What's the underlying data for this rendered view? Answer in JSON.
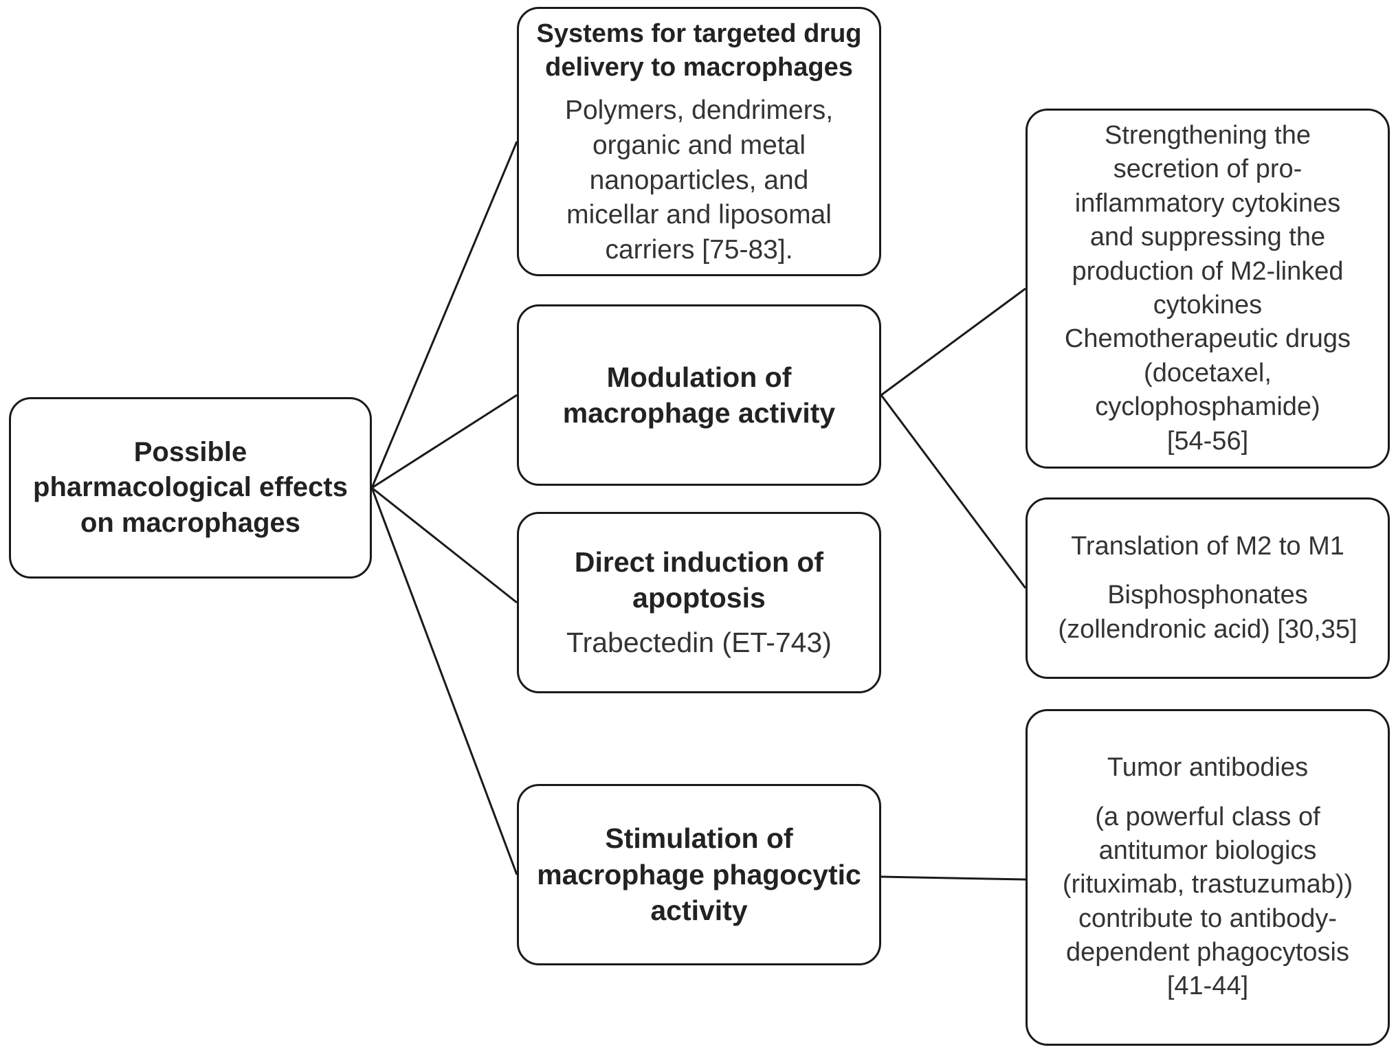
{
  "root": {
    "title_lines": [
      "Possible",
      "pharmacological effects",
      "on macrophages"
    ]
  },
  "delivery": {
    "title_lines": [
      "Systems for targeted drug",
      "delivery to macrophages"
    ],
    "body_lines": [
      "Polymers, dendrimers,",
      "organic and metal",
      "nanoparticles, and",
      "micellar and liposomal",
      "carriers [75-83]."
    ]
  },
  "modulation": {
    "title_lines": [
      "Modulation of",
      "macrophage activity"
    ]
  },
  "apoptosis": {
    "title_lines": [
      "Direct induction of",
      "apoptosis"
    ],
    "body_lines": [
      "Trabectedin (ET-743)"
    ]
  },
  "phagocytic": {
    "title_lines": [
      "Stimulation of",
      "macrophage phagocytic",
      "activity"
    ]
  },
  "proinflammatory": {
    "body_lines": [
      "Strengthening the",
      "secretion of pro-",
      "inflammatory cytokines",
      "and suppressing the",
      "production of M2-linked",
      "cytokines",
      "Chemotherapeutic drugs",
      "(docetaxel,",
      "cyclophosphamide)",
      "[54-56]"
    ]
  },
  "translation": {
    "heading": "Translation of M2 to M1",
    "body_lines": [
      "Bisphosphonates",
      "(zollendronic acid) [30,35]"
    ]
  },
  "antibodies": {
    "heading": "Tumor antibodies",
    "body_lines": [
      "(a powerful class of",
      "antitumor biologics",
      "(rituximab, trastuzumab))",
      "contribute to antibody-",
      "dependent phagocytosis",
      "[41-44]"
    ]
  }
}
